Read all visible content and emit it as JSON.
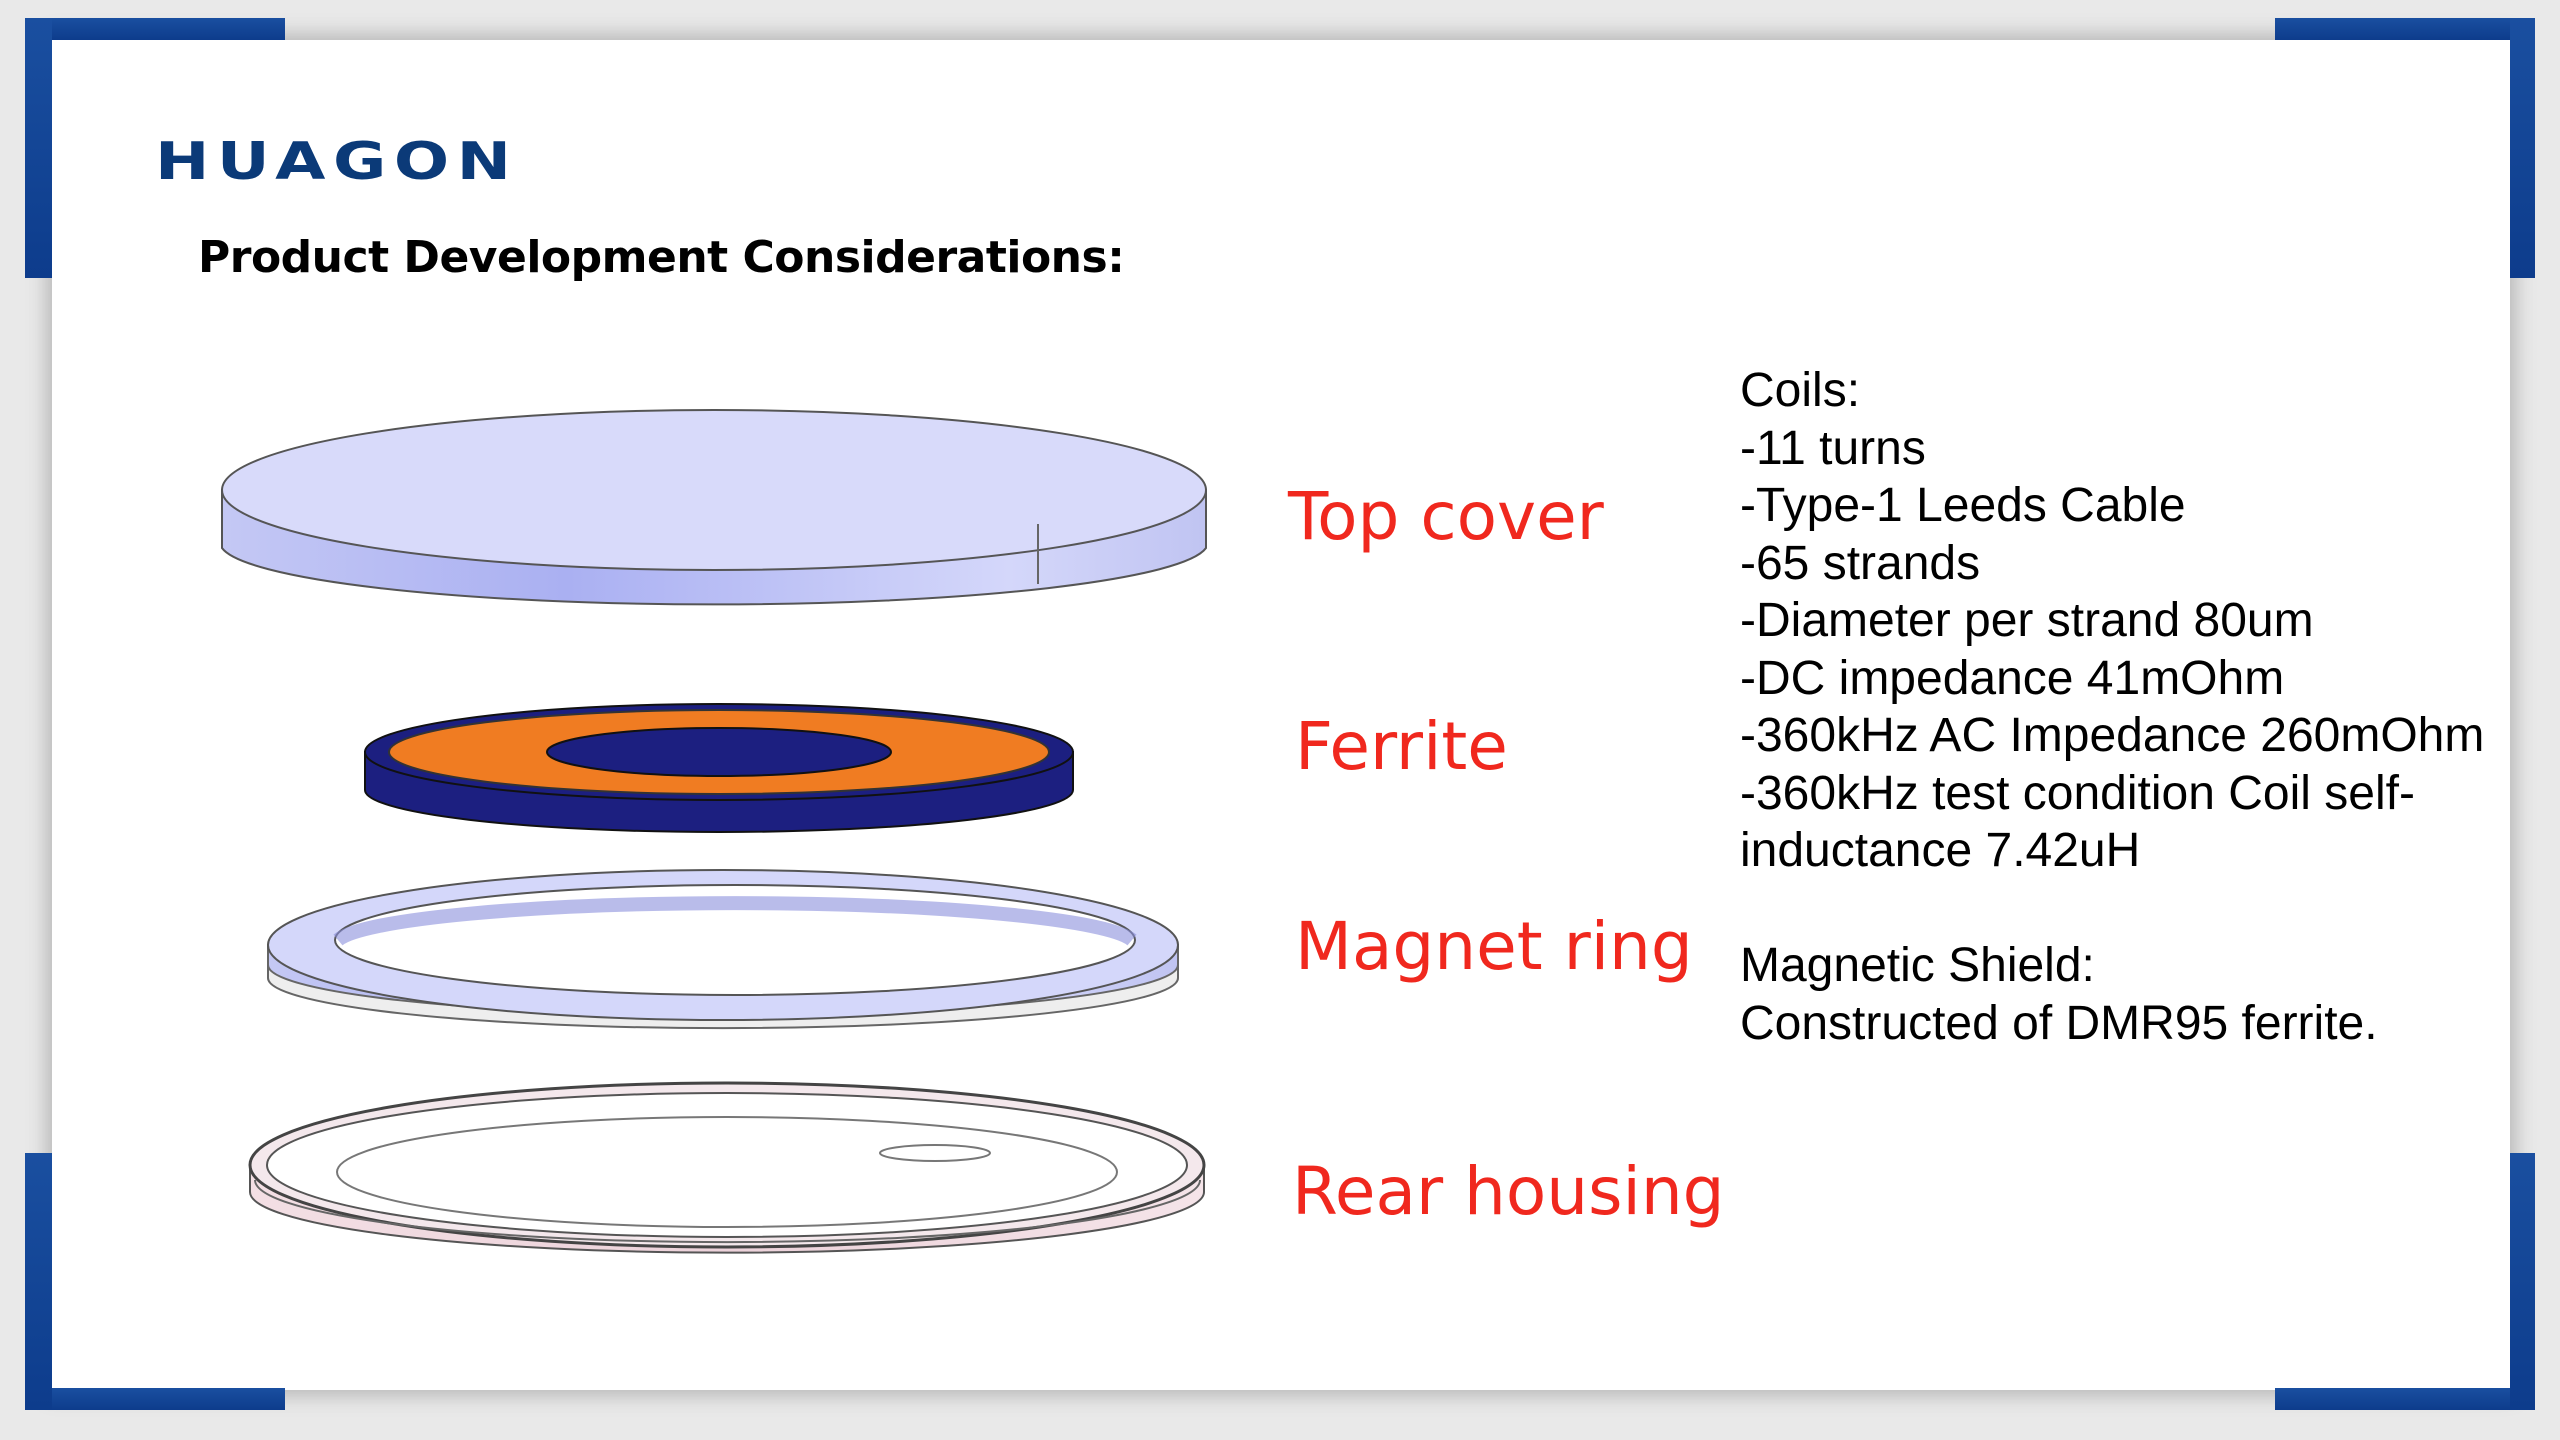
{
  "logo": "HUAGON",
  "title": "Product Development Considerations:",
  "labels": {
    "top_cover": "Top cover",
    "ferrite": "Ferrite",
    "magnet_ring": "Magnet ring",
    "rear_housing": "Rear housing"
  },
  "coils": {
    "heading": "Coils:",
    "lines": [
      "-11 turns",
      "-Type-1 Leeds Cable",
      "-65 strands",
      "-Diameter per strand 80um",
      "-DC impedance 41mOhm",
      "-360kHz AC Impedance 260mOhm",
      "-360kHz test condition Coil self-",
      "inductance 7.42uH"
    ]
  },
  "shield": {
    "heading": "Magnetic Shield:",
    "text": "Constructed of DMR95 ferrite."
  },
  "colors": {
    "brand_blue": "#0b3a78",
    "label_red": "#f0281e",
    "ferrite_orange": "#f07c22",
    "ferrite_navy": "#1c1f80"
  }
}
